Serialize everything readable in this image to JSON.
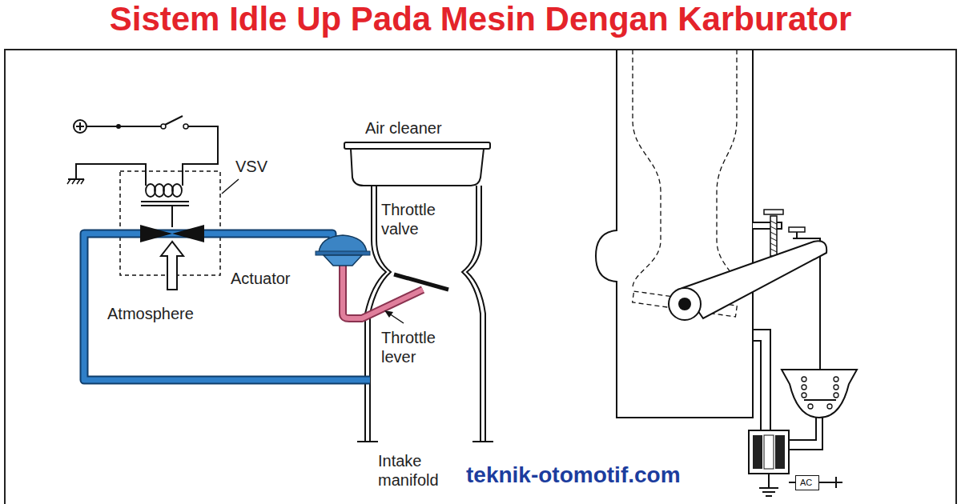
{
  "diagram": {
    "title": "Sistem Idle Up Pada Mesin Dengan Karburator",
    "nodes": [
      {
        "text": [
          "AC"
        ]
      }
    ],
    "labels": [
      "Air cleaner",
      "VSV",
      "Throttle valve",
      "Actuator",
      "Atmosphere",
      "Throttle lever",
      "Intake manifold",
      "teknik-otomotif.com"
    ]
  }
}
